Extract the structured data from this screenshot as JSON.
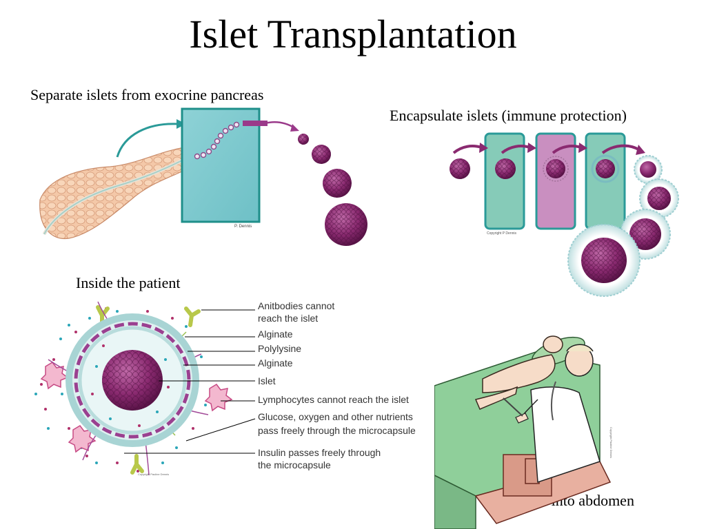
{
  "slide": {
    "title": "Islet Transplantation"
  },
  "captions": {
    "separate": "Separate islets from exocrine pancreas",
    "encapsulate": "Encapsulate islets (immune protection)",
    "inside": "Inside the patient",
    "inject": "Inject into abdomen"
  },
  "credits": {
    "separate": "P. Dennis",
    "encapsulate": "Copyright P Dennis",
    "inside": "Copyright Pauline Dennis",
    "inject": "Copyright Pauline Dennis"
  },
  "microcapsule_labels": [
    "Anitbodies cannot",
    "reach the islet",
    "Alginate",
    "Polylysine",
    "Alginate",
    "Islet",
    "Lymphocytes cannot reach the islet",
    "Glucose, oxygen and other nutrients",
    "pass freely through the microcapsule",
    "Insulin passes freely through",
    "the microcapsule"
  ],
  "colors": {
    "islet": "#8a2a70",
    "teal_box": "#7fc9b8",
    "teal_border": "#2a9a98",
    "pink_box": "#c98fc0",
    "pancreas": "#f4c8a8",
    "capsule_outer": "#b8dede",
    "capsule_dash": "#9a4090"
  }
}
